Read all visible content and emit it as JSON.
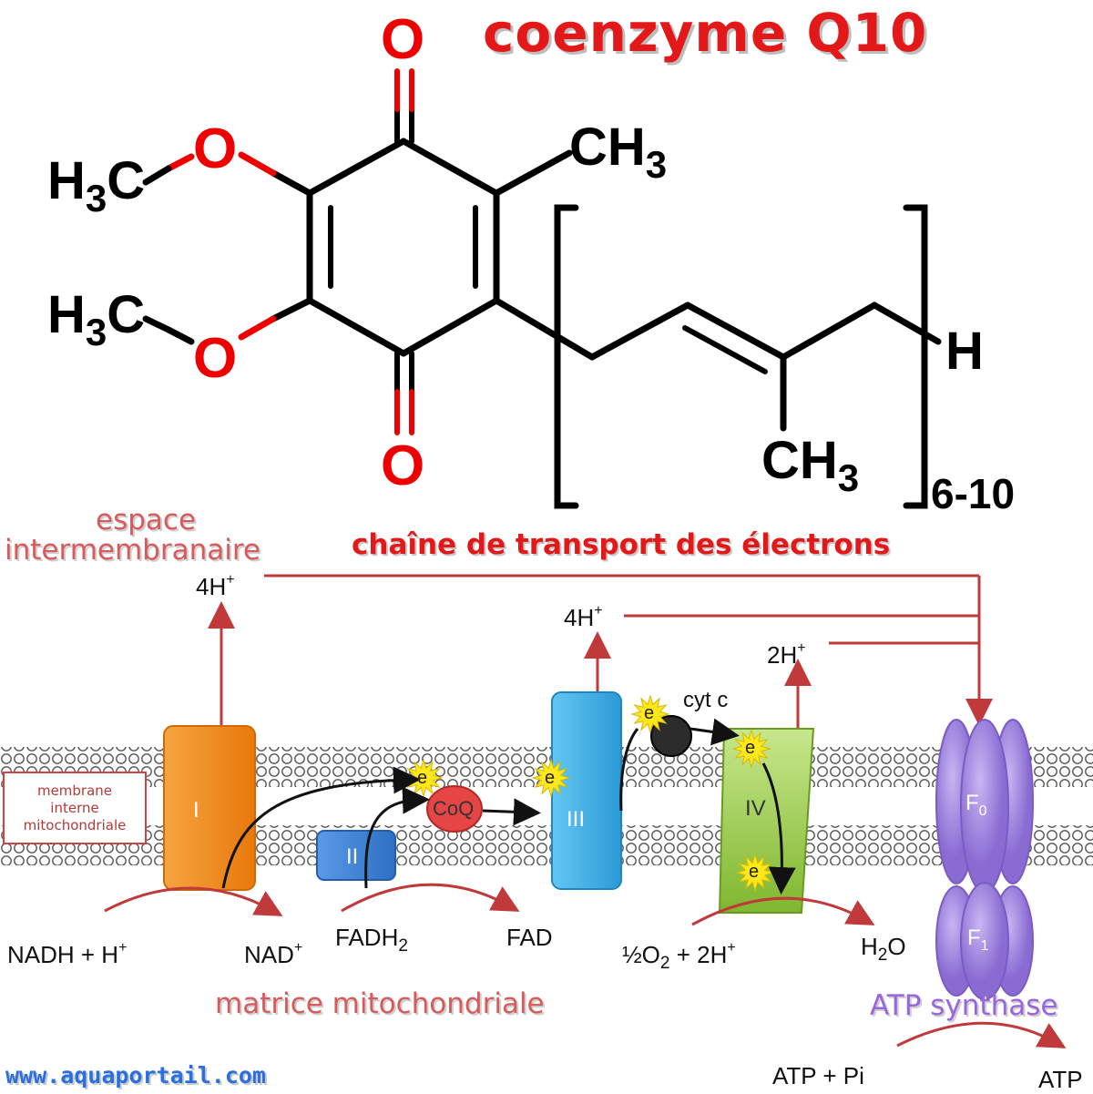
{
  "title": "coenzyme Q10",
  "subtitle": "chaîne de transport des électrons",
  "molecule": {
    "oxygen_label": "O",
    "methoxy_left": "H",
    "methoxy_sub": "3",
    "methoxy_c": "C",
    "methyl_c_h": "CH",
    "methyl_sub": "3",
    "terminal_h": "H",
    "repeat_count": "6-10"
  },
  "regions": {
    "intermembrane": [
      "espace",
      "intermembranaire"
    ],
    "membrane": [
      "membrane",
      "interne",
      "mitochondriale"
    ],
    "matrix": "matrice mitochondriale",
    "atp_synthase": "ATP synthase"
  },
  "complexes": {
    "I": "I",
    "II": "II",
    "III": "III",
    "IV": "IV",
    "coq": "CoQ",
    "cyt_c": "cyt c",
    "F0": "F",
    "F0_sub": "0",
    "F1": "F",
    "F1_sub": "1",
    "electron": "e"
  },
  "protons": {
    "h4_a": "4H",
    "h4_b": "4H",
    "h2": "2H",
    "plus": "+"
  },
  "reactions": {
    "nadh": "NADH + H",
    "nad": "NAD",
    "fadh2": "FADH",
    "fadh2_sub": "2",
    "fad": "FAD",
    "o2_a": "½O",
    "o2_sub": "2",
    "o2_b": " + 2H",
    "h2o_a": "H",
    "h2o_sub": "2",
    "h2o_b": "O",
    "atp_pi": "ATP + Pi",
    "atp": "ATP"
  },
  "footer_url": "www.aquaportail.com",
  "colors": {
    "title_red": "#e31818",
    "arrow_red": "#c0393b",
    "complex_I": "#f08a1c",
    "complex_II": "#3a7fd5",
    "complex_III": "#3fb1e6",
    "complex_IV": "#8dc63f",
    "atp_synthase": "#9b7fd8",
    "coq": "#e64545"
  }
}
